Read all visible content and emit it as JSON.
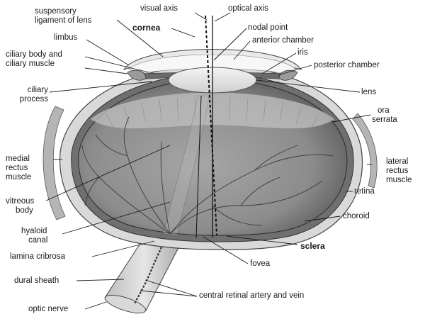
{
  "labels": {
    "suspensory_1": "suspensory",
    "suspensory_2": "ligament of lens",
    "visual_axis": "visual axis",
    "optical_axis": "optical axis",
    "cornea": "cornea",
    "limbus": "limbus",
    "nodal_point": "nodal point",
    "anterior_chamber": "anterior chamber",
    "ciliary_body_1": "ciliary body and",
    "ciliary_body_2": "ciliary muscle",
    "iris": "iris",
    "posterior_chamber": "posterior chamber",
    "ciliary_process_1": "ciliary",
    "ciliary_process_2": "process",
    "lens": "lens",
    "ora_1": "ora",
    "ora_2": "serrata",
    "medial_1": "medial",
    "medial_2": "rectus",
    "medial_3": "muscle",
    "lateral_1": "lateral",
    "lateral_2": "rectus",
    "lateral_3": "muscle",
    "retina": "retina",
    "vitreous_1": "vitreous",
    "vitreous_2": "body",
    "choroid": "choroid",
    "hyaloid_1": "hyaloid",
    "hyaloid_2": "canal",
    "sclera": "sclera",
    "lamina": "lamina cribrosa",
    "fovea": "fovea",
    "dural": "dural sheath",
    "central_artery": "central retinal artery and vein",
    "optic_nerve": "optic nerve"
  },
  "colors": {
    "ink": "#1a1a1a",
    "vitreous": "#8a8a8a",
    "sclera": "#d6d6d6",
    "vessel": "#3a3a3a"
  }
}
